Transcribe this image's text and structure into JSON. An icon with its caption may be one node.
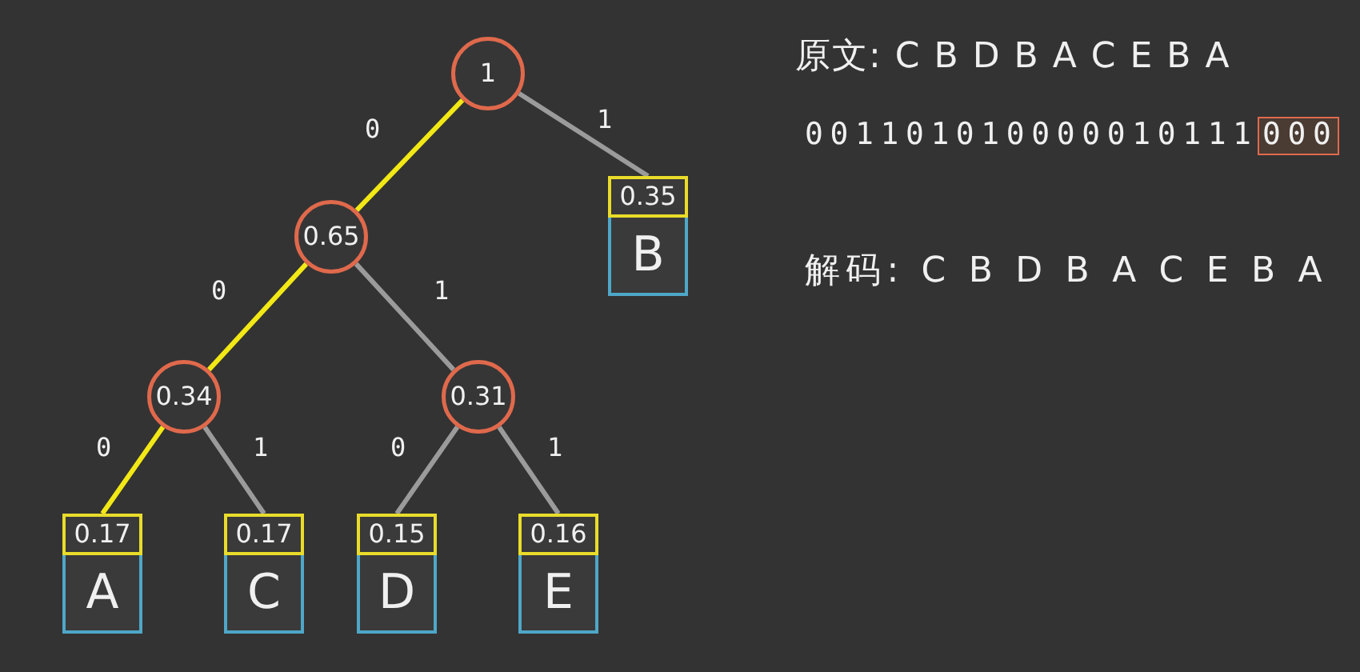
{
  "diagram": {
    "nodes": [
      {
        "text": [
          "1"
        ]
      },
      {
        "text": [
          "0.65"
        ]
      },
      {
        "text": [
          "0.35",
          "B"
        ]
      },
      {
        "text": [
          "0.34"
        ]
      },
      {
        "text": [
          "0.31"
        ]
      },
      {
        "text": [
          "0.17",
          "A"
        ]
      },
      {
        "text": [
          "0.17",
          "C"
        ]
      },
      {
        "text": [
          "0.15",
          "D"
        ]
      },
      {
        "text": [
          "0.16",
          "E"
        ]
      },
      {
        "text": [
          "000"
        ]
      }
    ],
    "edges": [
      {
        "from": 0,
        "to": 1,
        "arrow": "none",
        "label": "0",
        "color": "#f2e816"
      },
      {
        "from": 0,
        "to": 2,
        "arrow": "none",
        "label": "1"
      },
      {
        "from": 1,
        "to": 3,
        "arrow": "none",
        "label": "0",
        "color": "#f2e816"
      },
      {
        "from": 1,
        "to": 4,
        "arrow": "none",
        "label": "1"
      },
      {
        "from": 3,
        "to": 5,
        "arrow": "none",
        "label": "0",
        "color": "#f2e816"
      },
      {
        "from": 3,
        "to": 6,
        "arrow": "none",
        "label": "1"
      },
      {
        "from": 4,
        "to": 7,
        "arrow": "none",
        "label": "0"
      },
      {
        "from": 4,
        "to": 8,
        "arrow": "none",
        "label": "1"
      }
    ],
    "labels": [
      "原文: C B D B A C E B A",
      "001101010000010111",
      "解码: C B D B A C E B A"
    ]
  }
}
